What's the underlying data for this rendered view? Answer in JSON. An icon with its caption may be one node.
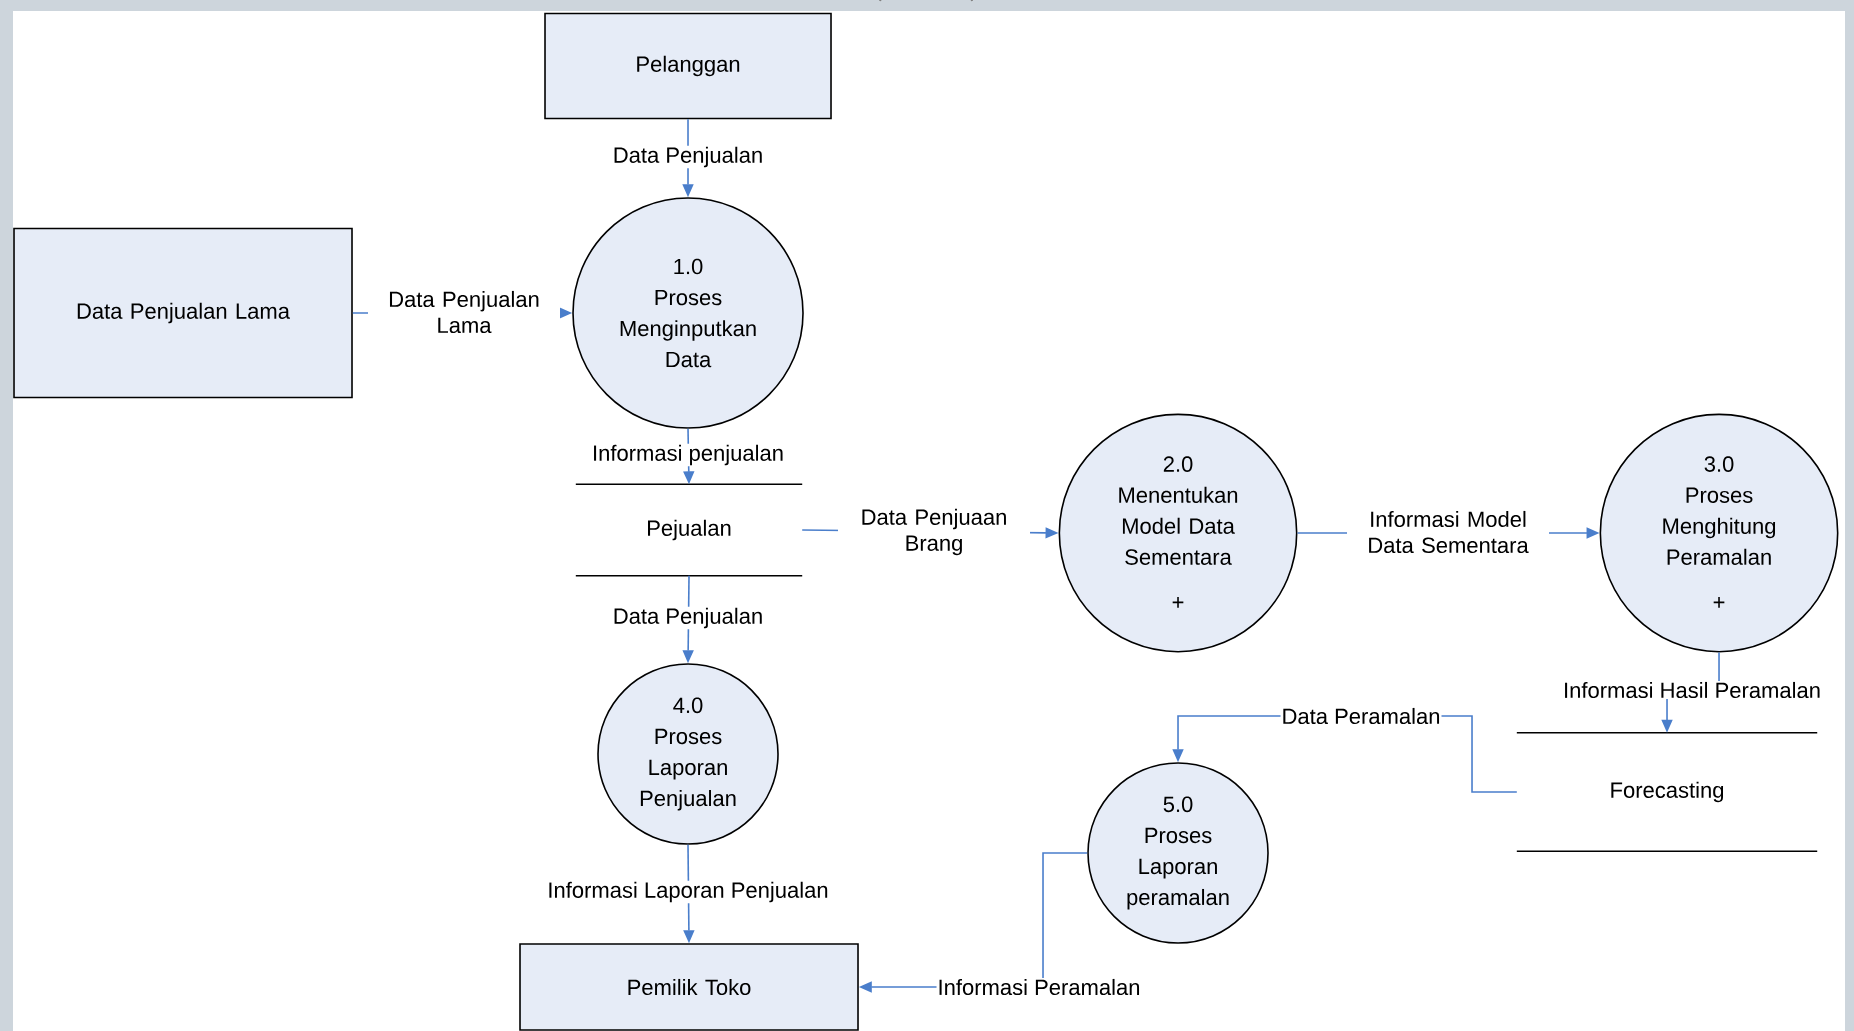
{
  "diagram": {
    "nodes": [
      {
        "text": [
          "Pelanggan"
        ]
      },
      {
        "text": [
          "Data Penjualan Lama"
        ]
      },
      {
        "text": [
          "1.0",
          "Proses Menginputkan Data"
        ]
      },
      {
        "text": [
          "Pejualan"
        ]
      },
      {
        "text": [
          "2.0",
          "Menentukan Model Data Sementara",
          "+"
        ]
      },
      {
        "text": [
          "3.0",
          "Proses Menghitung Peramalan",
          "+"
        ]
      },
      {
        "text": [
          "4.0",
          "Proses Laporan Penjualan"
        ]
      },
      {
        "text": [
          "Forecasting"
        ]
      },
      {
        "text": [
          "5.0",
          "Proses Laporan peramalan"
        ]
      },
      {
        "text": [
          "Pemilik Toko"
        ]
      }
    ],
    "edges": [
      {
        "from": 0,
        "to": 2,
        "arrow": "to",
        "label": "Data Penjualan"
      },
      {
        "from": 1,
        "to": 2,
        "arrow": "to",
        "label": "Data Penjualan Lama"
      },
      {
        "from": 2,
        "to": 3,
        "arrow": "to",
        "label": "Informasi penjualan"
      },
      {
        "from": 3,
        "to": 4,
        "arrow": "to",
        "label": "Data Penjuaan Brang"
      },
      {
        "from": 4,
        "to": 5,
        "arrow": "to",
        "label": "Informasi Model Data Sementara"
      },
      {
        "from": 5,
        "to": 7,
        "arrow": "to",
        "label": "Informasi Hasil Peramalan"
      },
      {
        "from": 3,
        "to": 6,
        "arrow": "to",
        "label": "Data Penjualan"
      },
      {
        "from": 7,
        "to": 8,
        "arrow": "to",
        "label": "Data Peramalan"
      },
      {
        "from": 6,
        "to": 9,
        "arrow": "to",
        "label": "Informasi Laporan Penjualan"
      },
      {
        "from": 8,
        "to": 9,
        "arrow": "to",
        "label": "Informasi Peramalan"
      }
    ]
  }
}
